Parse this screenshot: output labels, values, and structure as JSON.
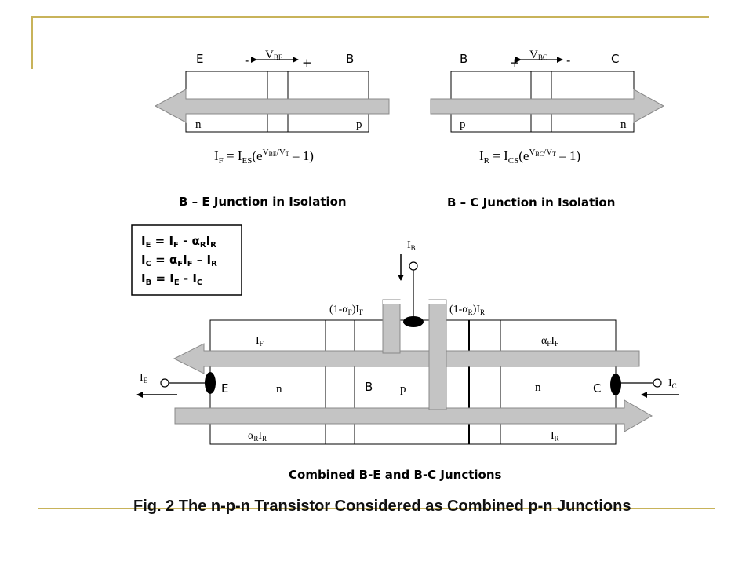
{
  "slide": {
    "caption": "Fig. 2 The n-p-n Transistor Considered as Combined p-n Junctions",
    "accent_color": "#c8b35a"
  },
  "be_junction": {
    "label_e": "E",
    "label_b": "B",
    "minus": "-",
    "plus": "+",
    "v_label": "V",
    "v_sub": "BE",
    "region_left": "n",
    "region_right": "p",
    "eq_lhs": "I",
    "eq_lhs_sub": "F",
    "eq_eq": " = I",
    "eq_sat_sub": "ES",
    "eq_open": "(e",
    "eq_exp": "V",
    "eq_exp_sub": "BE",
    "eq_exp_tail": "/V",
    "eq_exp_tail_sub": "T",
    "eq_close": " – 1)",
    "title": "B – E Junction in Isolation"
  },
  "bc_junction": {
    "label_b": "B",
    "label_c": "C",
    "plus": "+",
    "minus": "-",
    "v_label": "V",
    "v_sub": "BC",
    "region_left": "p",
    "region_right": "n",
    "eq_lhs": "I",
    "eq_lhs_sub": "R",
    "eq_eq": " = I",
    "eq_sat_sub": "CS",
    "eq_open": "(e",
    "eq_exp": "V",
    "eq_exp_sub": "BC",
    "eq_exp_tail": "/V",
    "eq_exp_tail_sub": "T",
    "eq_close": " – 1)",
    "title": "B – C Junction in Isolation"
  },
  "equations_box": {
    "line1": {
      "a": "I",
      "a_sub": "E",
      "eq": " = I",
      "b_sub": "F",
      "c": " - α",
      "c_sub": "R",
      "d": "I",
      "d_sub": "R"
    },
    "line2": {
      "a": "I",
      "a_sub": "C",
      "eq": " = α",
      "b_sub": "F",
      "c": "I",
      "c_sub": "F",
      "d": " – I",
      "d_sub": "R"
    },
    "line3": {
      "a": "I",
      "a_sub": "B",
      "eq": " = I",
      "b_sub": "E",
      "c": " - I",
      "c_sub": "C"
    }
  },
  "combined": {
    "ib": "I",
    "ib_sub": "B",
    "one_minus_af": "(1-α",
    "af_sub": "F",
    "af_tail": ")I",
    "af_tail_sub": "F",
    "one_minus_ar": "(1-α",
    "ar_sub": "R",
    "ar_tail": ")I",
    "ar_tail_sub": "R",
    "if_label": "I",
    "if_sub": "F",
    "af_if": "α",
    "af_if_sub": "F",
    "af_if_i": "I",
    "af_if_i_sub": "F",
    "ie": "I",
    "ie_sub": "E",
    "ic": "I",
    "ic_sub": "C",
    "e_label": "E",
    "n_left": "n",
    "b_label": "B",
    "p_mid": "p",
    "n_right": "n",
    "c_label": "C",
    "ar_ir": "α",
    "ar_ir_sub": "R",
    "ar_ir_i": "I",
    "ar_ir_i_sub": "R",
    "ir_label": "I",
    "ir_sub": "R",
    "title": "Combined B-E and B-C Junctions"
  }
}
